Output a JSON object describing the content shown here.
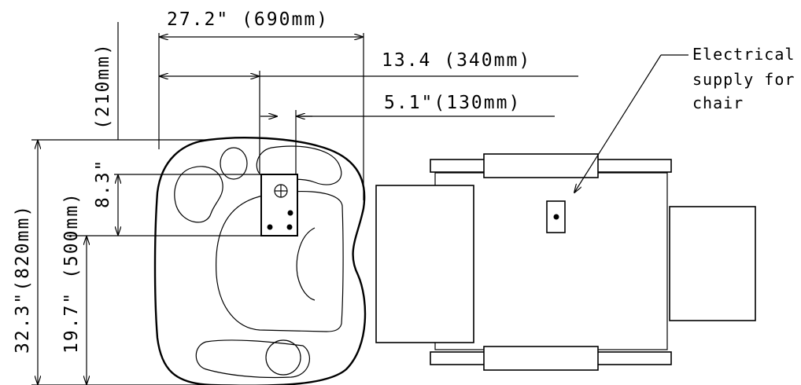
{
  "dimensions": {
    "width_overall": "27.2\" (690mm)",
    "center_offset": "13.4 (340mm)",
    "box_offset": "5.1\"(130mm)",
    "depth_overall": "32.3\"(820mm)",
    "depth_to_box": "19.7\" (500mm)",
    "box_height_in": "8.3\"",
    "box_height_mm": "(210mm)"
  },
  "callout": {
    "line1": "Electrical",
    "line2": "supply for",
    "line3": "chair"
  }
}
